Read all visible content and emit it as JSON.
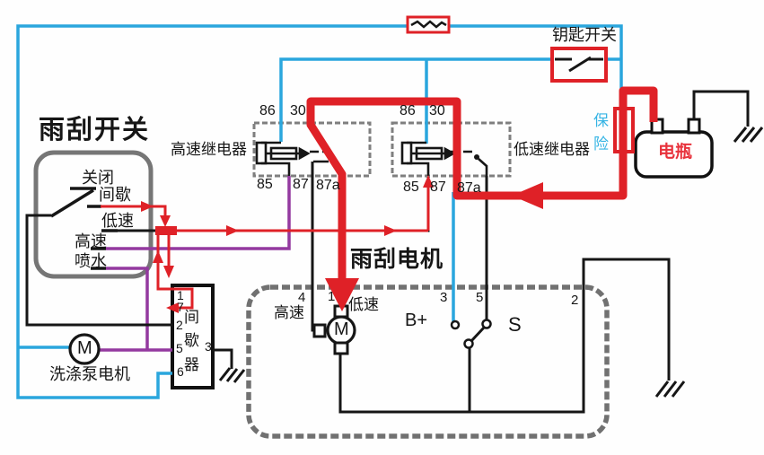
{
  "colors": {
    "wire_blue": "#2aa6dd",
    "wire_purple": "#93399f",
    "highlight_red": "#df2127",
    "wire_black": "#161616",
    "box_gray": "#757575",
    "battery_text_red": "#e8323c",
    "fuse_text_blue": "#35b4e4"
  },
  "wiper_switch": {
    "title": "雨刮开关",
    "positions": [
      "关闭",
      "间歇",
      "低速",
      "高速",
      "喷水"
    ]
  },
  "relays": {
    "high": {
      "label": "高速继电器",
      "pins_top": [
        "86",
        "30"
      ],
      "pins_bottom": [
        "85",
        "87",
        "87a"
      ]
    },
    "low": {
      "label": "低速继电器",
      "pins_top": [
        "86",
        "30"
      ],
      "pins_bottom": [
        "85",
        "87",
        "87a"
      ]
    }
  },
  "key_switch": {
    "label": "钥匙开关"
  },
  "fuse": {
    "label": "保险"
  },
  "battery": {
    "label": "电瓶"
  },
  "wiper_motor": {
    "title": "雨刮电机",
    "motor_letter": "M",
    "pins": [
      "4",
      "1",
      "3",
      "5",
      "2"
    ],
    "terminals": {
      "high": "高速",
      "low": "低速",
      "bplus": "B+",
      "park": "S"
    }
  },
  "intermittent_unit": {
    "label": "间歇器",
    "pins_left": [
      "1",
      "7",
      "2",
      "5",
      "6"
    ],
    "pin_right": "3"
  },
  "washer_pump": {
    "label": "洗涤泵电机",
    "motor_letter": "M"
  }
}
